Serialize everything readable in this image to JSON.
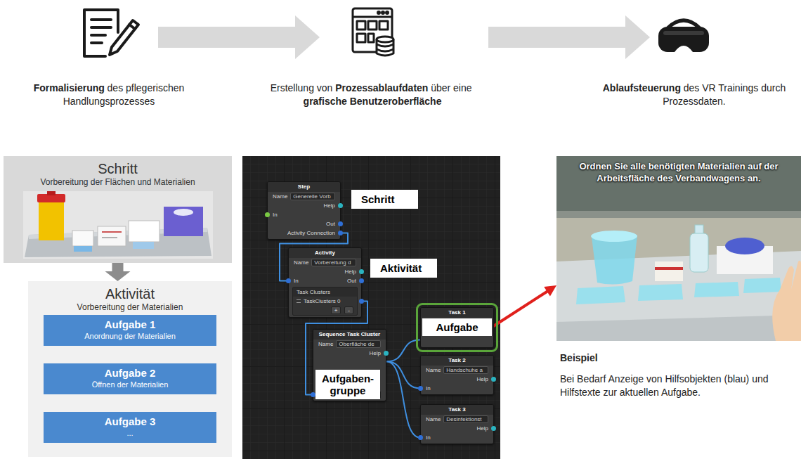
{
  "diagram": {
    "nodes": [
      {
        "text": [
          "Schritt",
          "Vorbereitung der Flächen und Materialien"
        ]
      },
      {
        "text": [
          "Aktivität",
          "Vorbereitung der Materialien"
        ]
      },
      {
        "text": [
          "Aufgabe 1",
          "Anordnung der Materialien"
        ],
        "in": 1
      },
      {
        "text": [
          "Aufgabe 2",
          "Öffnen der Materialien"
        ],
        "in": 1
      },
      {
        "text": [
          "Aufgabe 3",
          "..."
        ],
        "in": 1
      },
      {
        "text": [
          "Step",
          "Name",
          "Generelle Vorb",
          "Help",
          "In",
          "Out",
          "Activity Connection"
        ]
      },
      {
        "text": [
          "Schritt"
        ]
      },
      {
        "text": [
          "Activity",
          "Name",
          "Vorbereitung d",
          "Help",
          "In",
          "Out",
          "Task Clusters",
          "TaskClusters 0",
          "+",
          "-"
        ]
      },
      {
        "text": [
          "Aktivität"
        ]
      },
      {
        "text": [
          "Sequence Task Cluster",
          "Name",
          "Oberfläche de",
          "Help",
          "In",
          "+",
          "-"
        ]
      },
      {
        "text": [
          "Aufgaben- gruppe"
        ],
        "in": 9
      },
      {
        "text": [
          "Task 1"
        ]
      },
      {
        "text": [
          "Aufgabe"
        ],
        "in": 11
      },
      {
        "text": [
          "Task 2",
          "Name",
          "Handschuhe a",
          "Help",
          "In"
        ]
      },
      {
        "text": [
          "Task 3",
          "Name",
          "Desinfektionst",
          "Help",
          "In"
        ]
      },
      {
        "text": [
          "Ordnen Sie alle benötigten Materialien auf der Arbeitsfläche des Verbandwagens an."
        ]
      }
    ],
    "edges": [
      {
        "from": 0,
        "to": 1,
        "arrow": "to"
      },
      {
        "from": 2,
        "to": 3,
        "arrow": "to"
      },
      {
        "from": 3,
        "to": 4,
        "arrow": "to"
      },
      {
        "from": 5,
        "to": 7,
        "arrow": "none"
      },
      {
        "from": 7,
        "to": 9,
        "arrow": "none"
      },
      {
        "from": 9,
        "to": 11,
        "arrow": "none"
      },
      {
        "from": 9,
        "to": 13,
        "arrow": "none"
      },
      {
        "from": 9,
        "to": 14,
        "arrow": "none"
      },
      {
        "from": 12,
        "to": 15,
        "arrow": "to"
      }
    ],
    "labels": [
      "Formalisierung",
      "des pflegerischen Handlungsprozesses",
      "Erstellung von",
      "Prozessablaufdaten",
      "über eine",
      "grafische Benutzeroberfläche",
      "Ablaufsteuerung",
      "des VR Trainings durch Prozessdaten.",
      "Beispiel",
      "Bei Bedarf Anzeige von Hilfsobjekten (blau) und Hilfstexte zur aktuellen Aufgabe."
    ]
  }
}
